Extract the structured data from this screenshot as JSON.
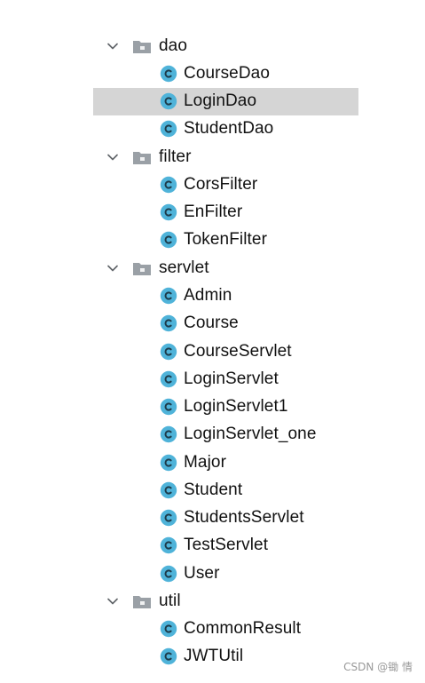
{
  "tree": [
    {
      "type": "folder",
      "label": "dao",
      "expanded": true
    },
    {
      "type": "class",
      "label": "CourseDao"
    },
    {
      "type": "class",
      "label": "LoginDao",
      "selected": true
    },
    {
      "type": "class",
      "label": "StudentDao"
    },
    {
      "type": "folder",
      "label": "filter",
      "expanded": true
    },
    {
      "type": "class",
      "label": "CorsFilter"
    },
    {
      "type": "class",
      "label": "EnFilter"
    },
    {
      "type": "class",
      "label": "TokenFilter"
    },
    {
      "type": "folder",
      "label": "servlet",
      "expanded": true
    },
    {
      "type": "class",
      "label": "Admin"
    },
    {
      "type": "class",
      "label": "Course"
    },
    {
      "type": "class",
      "label": "CourseServlet"
    },
    {
      "type": "class",
      "label": "LoginServlet"
    },
    {
      "type": "class",
      "label": "LoginServlet1"
    },
    {
      "type": "class",
      "label": "LoginServlet_one"
    },
    {
      "type": "class",
      "label": "Major"
    },
    {
      "type": "class",
      "label": "Student"
    },
    {
      "type": "class",
      "label": "StudentsServlet"
    },
    {
      "type": "class",
      "label": "TestServlet"
    },
    {
      "type": "class",
      "label": "User"
    },
    {
      "type": "folder",
      "label": "util",
      "expanded": true
    },
    {
      "type": "class",
      "label": "CommonResult"
    },
    {
      "type": "class",
      "label": "JWTUtil"
    }
  ],
  "icons": {
    "folder": "folder-icon",
    "class": "class-icon",
    "chevron": "chevron-down-icon"
  },
  "colors": {
    "class_icon": "#4fb3d9",
    "folder_icon": "#9aa0a6",
    "selection": "#d5d5d5"
  },
  "watermark": "CSDN @锄 情"
}
